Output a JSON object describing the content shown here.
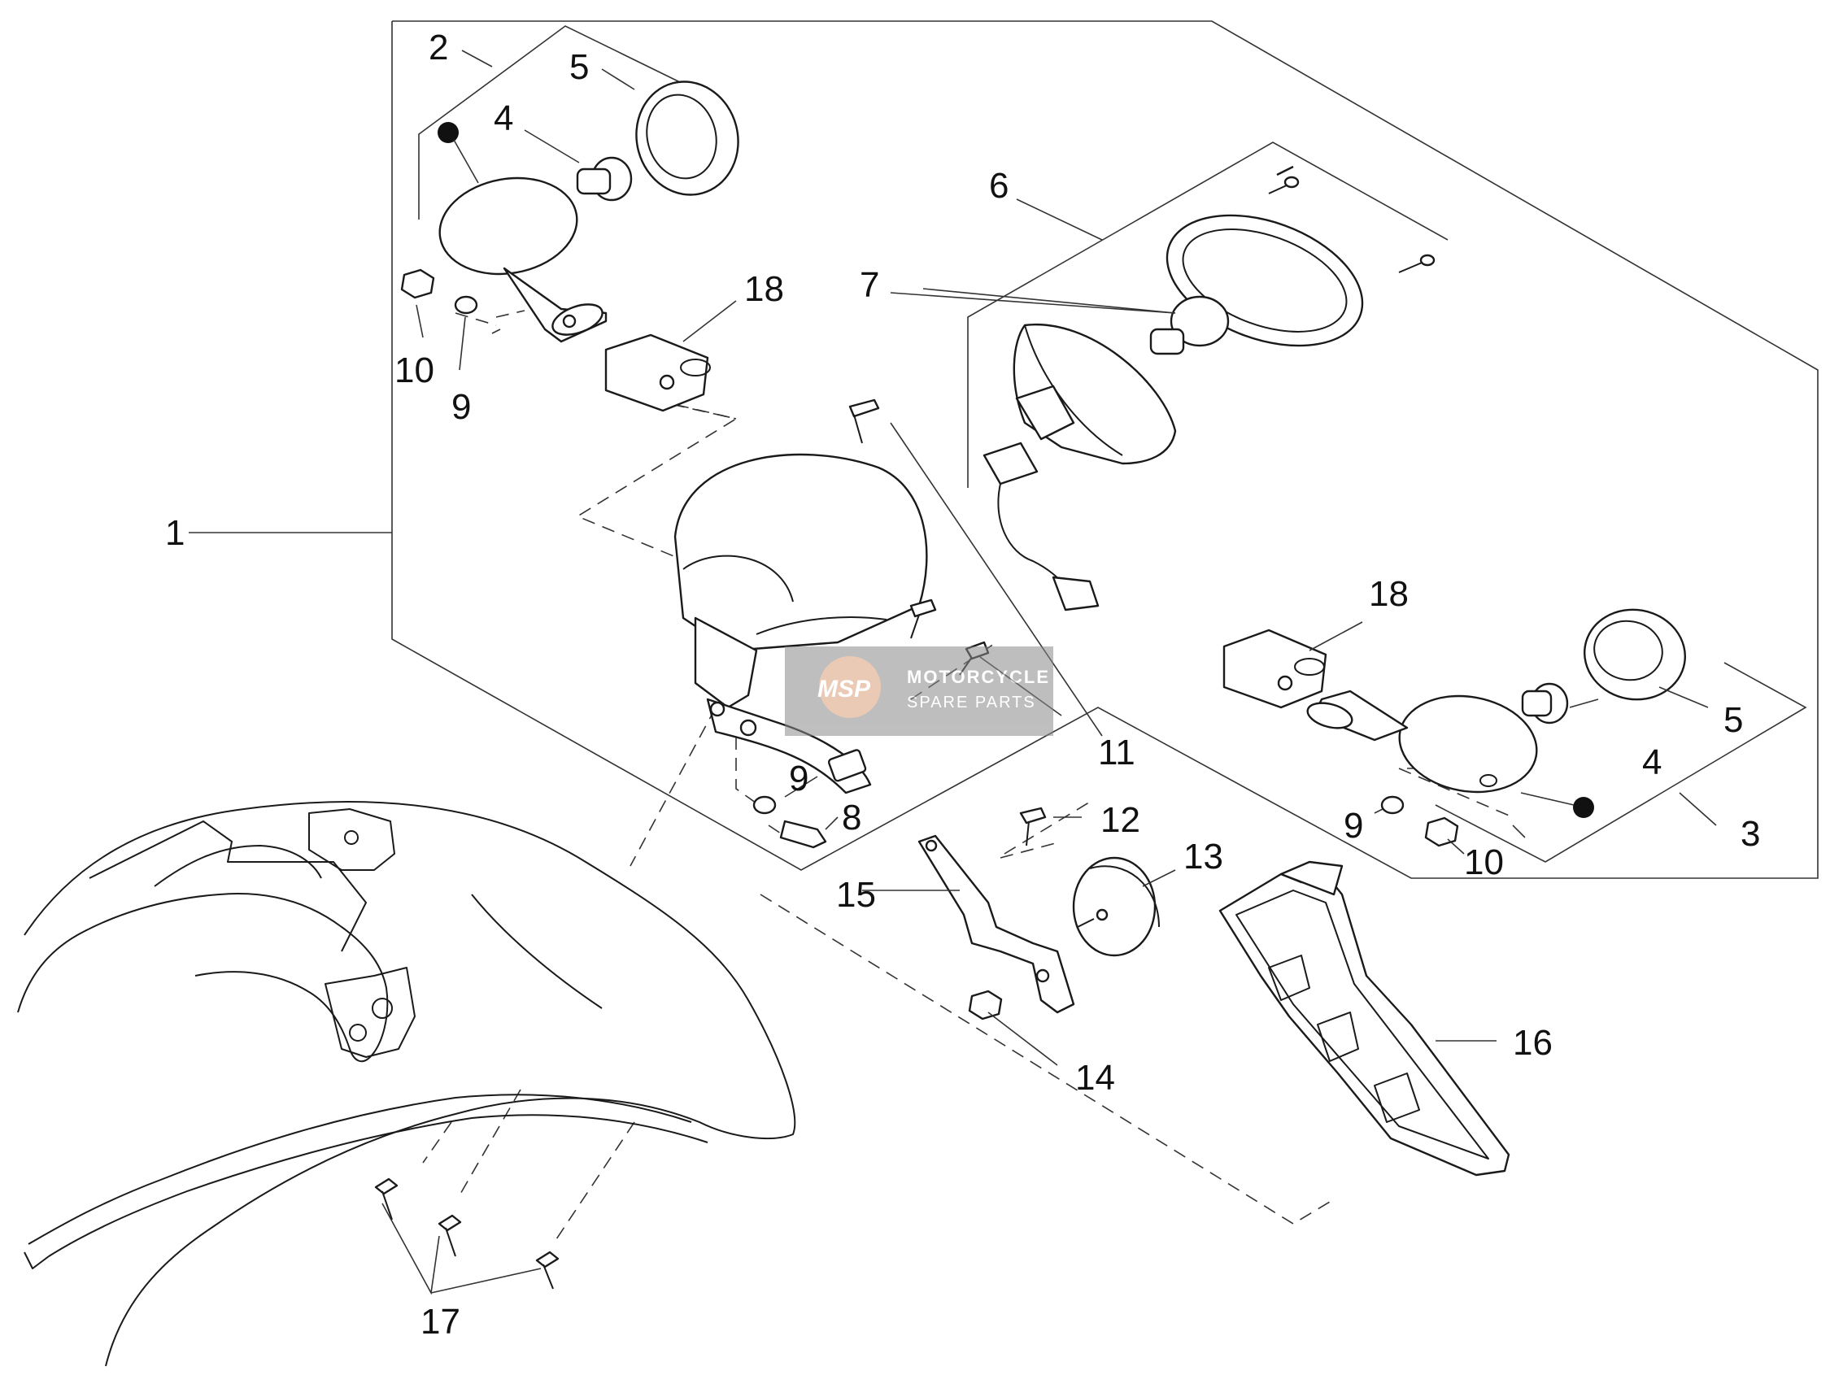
{
  "labels": {
    "l1": "1",
    "l2": "2",
    "l3": "3",
    "l4a": "4",
    "l4b": "4",
    "l5a": "5",
    "l5b": "5",
    "l6": "6",
    "l7": "7",
    "l8": "8",
    "l9a": "9",
    "l9b": "9",
    "l9c": "9",
    "l10a": "10",
    "l10b": "10",
    "l11": "11",
    "l12": "12",
    "l13": "13",
    "l14": "14",
    "l15": "15",
    "l16": "16",
    "l17": "17",
    "l18a": "18",
    "l18b": "18"
  },
  "watermark": {
    "logo": "MSP",
    "line1": "MOTORCYCLE",
    "line2": "SPARE PARTS"
  }
}
